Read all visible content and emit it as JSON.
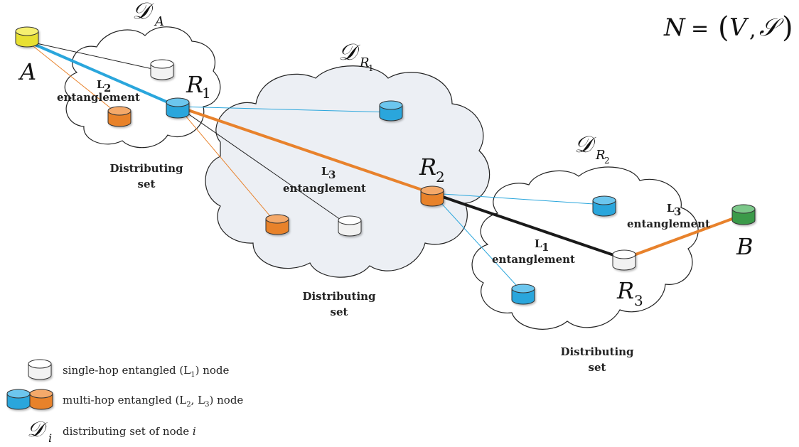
{
  "equation": {
    "lhs": "N",
    "eq": "=",
    "open": "(",
    "v": "V",
    "comma": ",",
    "s": "𝒮",
    "close": ")"
  },
  "domains": {
    "a": {
      "script": "𝒟",
      "sub": "A"
    },
    "r1": {
      "script": "𝒟",
      "sub": "R",
      "subsub": "1"
    },
    "r2": {
      "script": "𝒟",
      "sub": "R",
      "subsub": "2"
    }
  },
  "nodes": {
    "A": "A",
    "B": "B",
    "R1": {
      "name": "R",
      "sub": "1"
    },
    "R2": {
      "name": "R",
      "sub": "2"
    },
    "R3": {
      "name": "R",
      "sub": "3"
    }
  },
  "links": {
    "l2": {
      "level": "L",
      "sub": "2",
      "word": "entanglement"
    },
    "l3_mid": {
      "level": "L",
      "sub": "3",
      "word": "entanglement"
    },
    "l1": {
      "level": "L",
      "sub": "1",
      "word": "entanglement"
    },
    "l3_right": {
      "level": "L",
      "sub": "3",
      "word": "entanglement"
    }
  },
  "distributing_sets": [
    {
      "line1": "Distributing",
      "line2": "set"
    },
    {
      "line1": "Distributing",
      "line2": "set"
    },
    {
      "line1": "Distributing",
      "line2": "set"
    }
  ],
  "legend": {
    "single_pre": "single-hop entangled (L",
    "single_sub": "1",
    "single_post": ") node",
    "multi_pre": "multi-hop entangled (L",
    "multi_sub1": "2",
    "multi_mid": ", L",
    "multi_sub2": "3",
    "multi_post": ") node",
    "dist_script": "𝒟",
    "dist_sub": "i",
    "dist_pre": "distributing set of node ",
    "dist_var": "i"
  },
  "colors": {
    "yellow": "#e8e032",
    "blue": "#2aa6dc",
    "orange": "#e8822c",
    "green": "#3a9a4a",
    "white": "#f2f2f2",
    "cloud": "#eceff4",
    "black_link": "#1a1a1a"
  }
}
